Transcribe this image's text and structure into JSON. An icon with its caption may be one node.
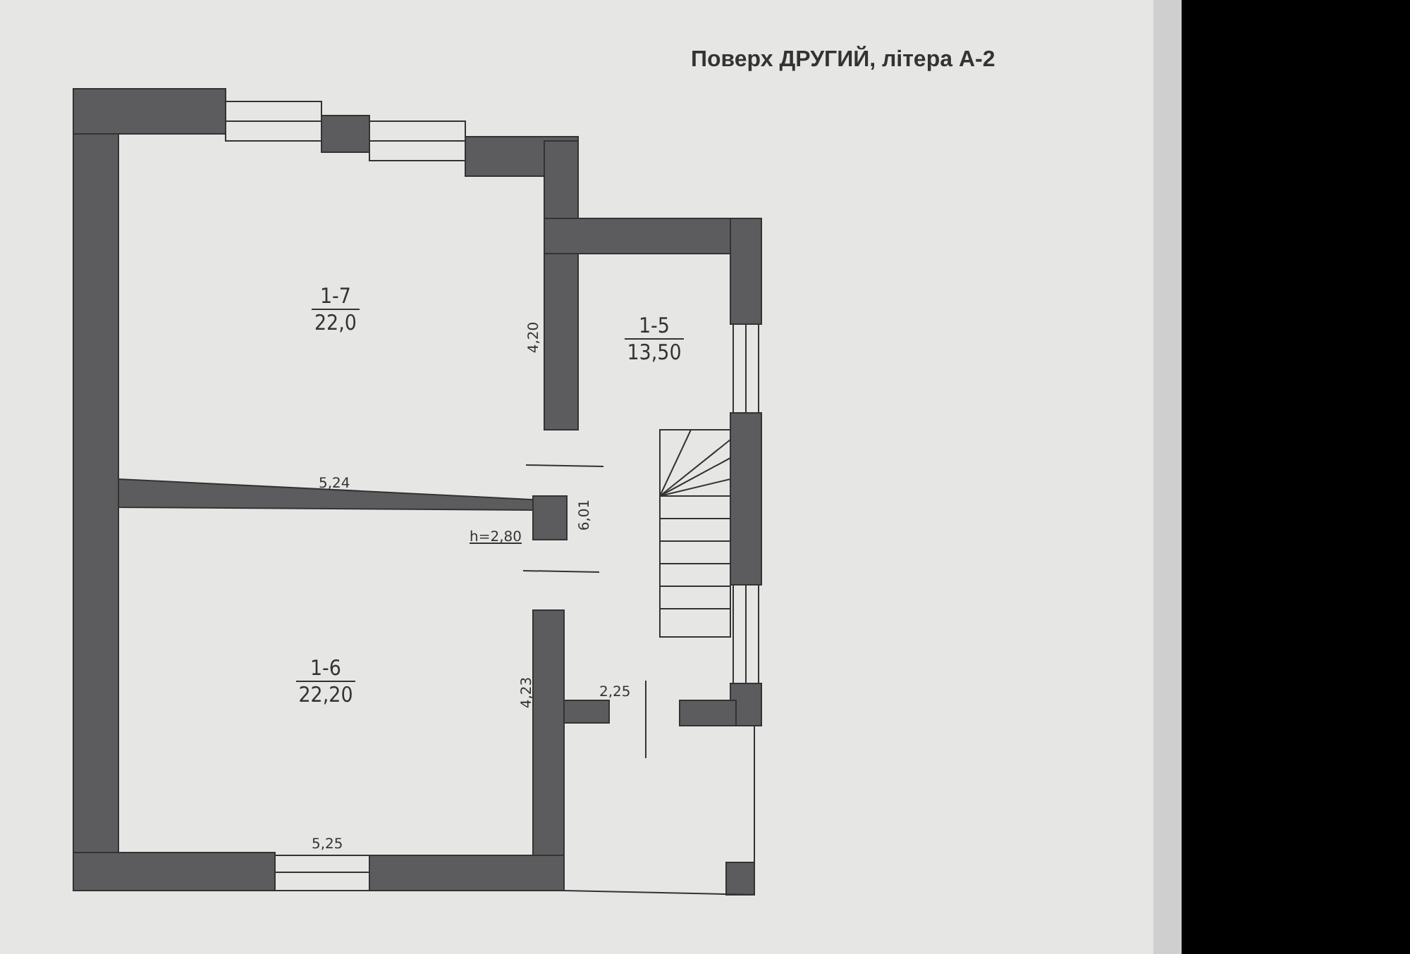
{
  "diagram": {
    "title": "Поверх ДРУГИЙ, літера А-2",
    "nodes": [
      {
        "text": [
          "1-7",
          "22,0"
        ]
      },
      {
        "text": [
          "1-5",
          "13,50"
        ]
      },
      {
        "text": [
          "1-6",
          "22,20"
        ]
      }
    ],
    "labels": [
      "4,20",
      "5,24",
      "6,01",
      "h=2,80",
      "4,23",
      "2,25",
      "5,25"
    ]
  }
}
